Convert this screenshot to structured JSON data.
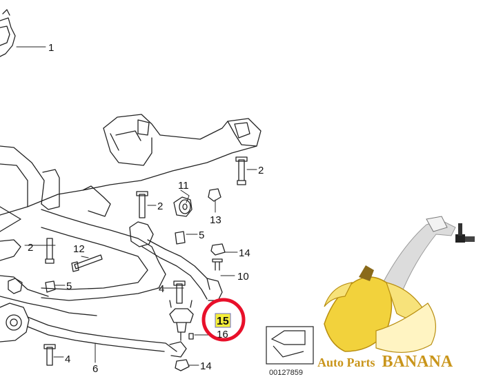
{
  "diagram": {
    "callouts": [
      {
        "id": "c1",
        "label": "1"
      },
      {
        "id": "c2a",
        "label": "2"
      },
      {
        "id": "c2b",
        "label": "2"
      },
      {
        "id": "c2c",
        "label": "2"
      },
      {
        "id": "c4a",
        "label": "4"
      },
      {
        "id": "c4b",
        "label": "4"
      },
      {
        "id": "c5a",
        "label": "5"
      },
      {
        "id": "c5b",
        "label": "5"
      },
      {
        "id": "c6",
        "label": "6"
      },
      {
        "id": "c10",
        "label": "10"
      },
      {
        "id": "c11",
        "label": "11"
      },
      {
        "id": "c12",
        "label": "12"
      },
      {
        "id": "c13",
        "label": "13"
      },
      {
        "id": "c14a",
        "label": "14"
      },
      {
        "id": "c14b",
        "label": "14"
      },
      {
        "id": "c16",
        "label": "16"
      }
    ],
    "highlighted_part": "15",
    "highlight_circle_color": "#e8102a",
    "highlight_tag_color": "#f5ef3a",
    "reference_number": "00127859"
  },
  "brand": {
    "name_part1": "Auto Parts",
    "name_part2": "BANANA",
    "text_color": "#c9951b",
    "banana_color": "#f2d23c"
  }
}
